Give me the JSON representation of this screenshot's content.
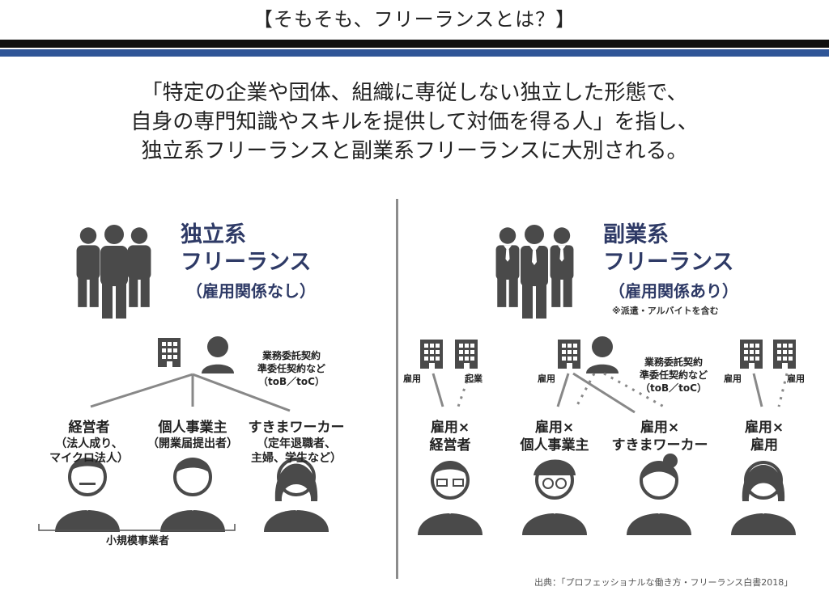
{
  "title": "【そもそも、フリーランスとは？】",
  "lead": [
    "「特定の企業や団体、組織に専従しない独立した形態で、",
    "自身の専門知識やスキルを提供して対価を得る人」を指し、",
    "独立系フリーランスと副業系フリーランスに大別される。"
  ],
  "left": {
    "heading1": "独立系",
    "heading2": "フリーランス",
    "sub": "（雇用関係なし）",
    "contract": [
      "業務委託契約",
      "準委任契約など",
      "（toB／toC）"
    ],
    "roles": [
      {
        "name": "経営者",
        "detail1": "（法人成り、",
        "detail2": "マイクロ法人）"
      },
      {
        "name": "個人事業主",
        "detail1": "（開業届提出者）",
        "detail2": ""
      },
      {
        "name": "すきまワーカー",
        "detail1": "（定年退職者、",
        "detail2": "主婦、学生など）"
      }
    ],
    "bracket_label": "小規模事業者"
  },
  "right": {
    "heading1": "副業系",
    "heading2": "フリーランス",
    "sub": "（雇用関係あり）",
    "note": "※派遣・アルバイトを含む",
    "contract": [
      "業務委託契約",
      "準委任契約など",
      "（toB／toC）"
    ],
    "tags": {
      "g1a": "雇用",
      "g1b": "起業",
      "g2a": "雇用",
      "g3a": "雇用",
      "g3b": "雇用"
    },
    "roles": [
      {
        "line1": "雇用×",
        "line2": "経営者"
      },
      {
        "line1": "雇用×",
        "line2": "個人事業主"
      },
      {
        "line1": "雇用×",
        "line2": "すきまワーカー"
      },
      {
        "line1": "雇用×",
        "line2": "雇用"
      }
    ]
  },
  "source": "出典：「プロフェッショナルな働き方・フリーランス白書2018」",
  "colors": {
    "accent_blue": "#2f5597",
    "heading": "#2e3a66",
    "icon": "#4a4a4a"
  }
}
